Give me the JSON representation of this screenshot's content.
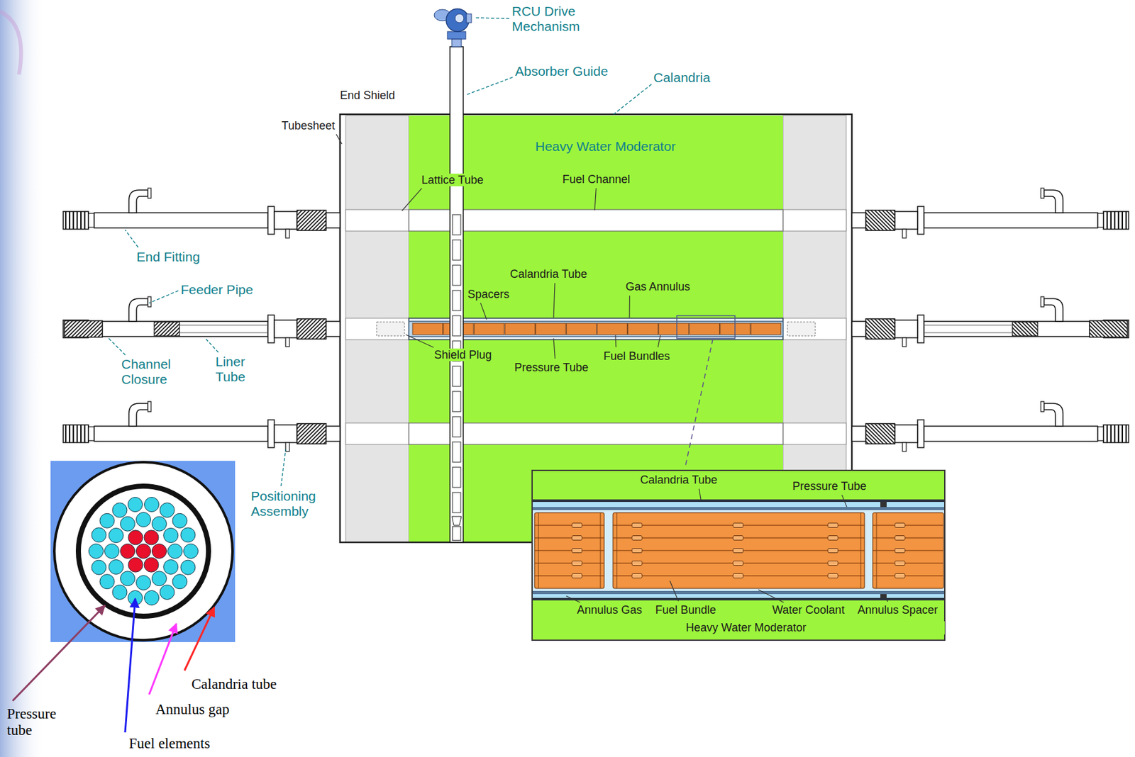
{
  "diagram": {
    "nodes": [
      {
        "text": [
          "Heavy Water Moderator"
        ]
      },
      {
        "text": [
          "Heavy Water Moderator"
        ]
      }
    ],
    "labels": [
      "RCU Drive Mechanism",
      "Absorber Guide",
      "Calandria",
      "End Shield",
      "Tubesheet",
      "Lattice Tube",
      "Fuel Channel",
      "End Fitting",
      "Feeder Pipe",
      "Calandria Tube",
      "Gas Annulus",
      "Spacers",
      "Channel Closure",
      "Liner Tube",
      "Shield Plug",
      "Pressure Tube",
      "Fuel Bundles",
      "Positioning Assembly",
      "Calandria Tube",
      "Pressure Tube",
      "Annulus Gas",
      "Fuel Bundle",
      "Water Coolant",
      "Annulus Spacer",
      "Calandria tube",
      "Annulus gap",
      "Pressure tube",
      "Fuel elements"
    ]
  }
}
